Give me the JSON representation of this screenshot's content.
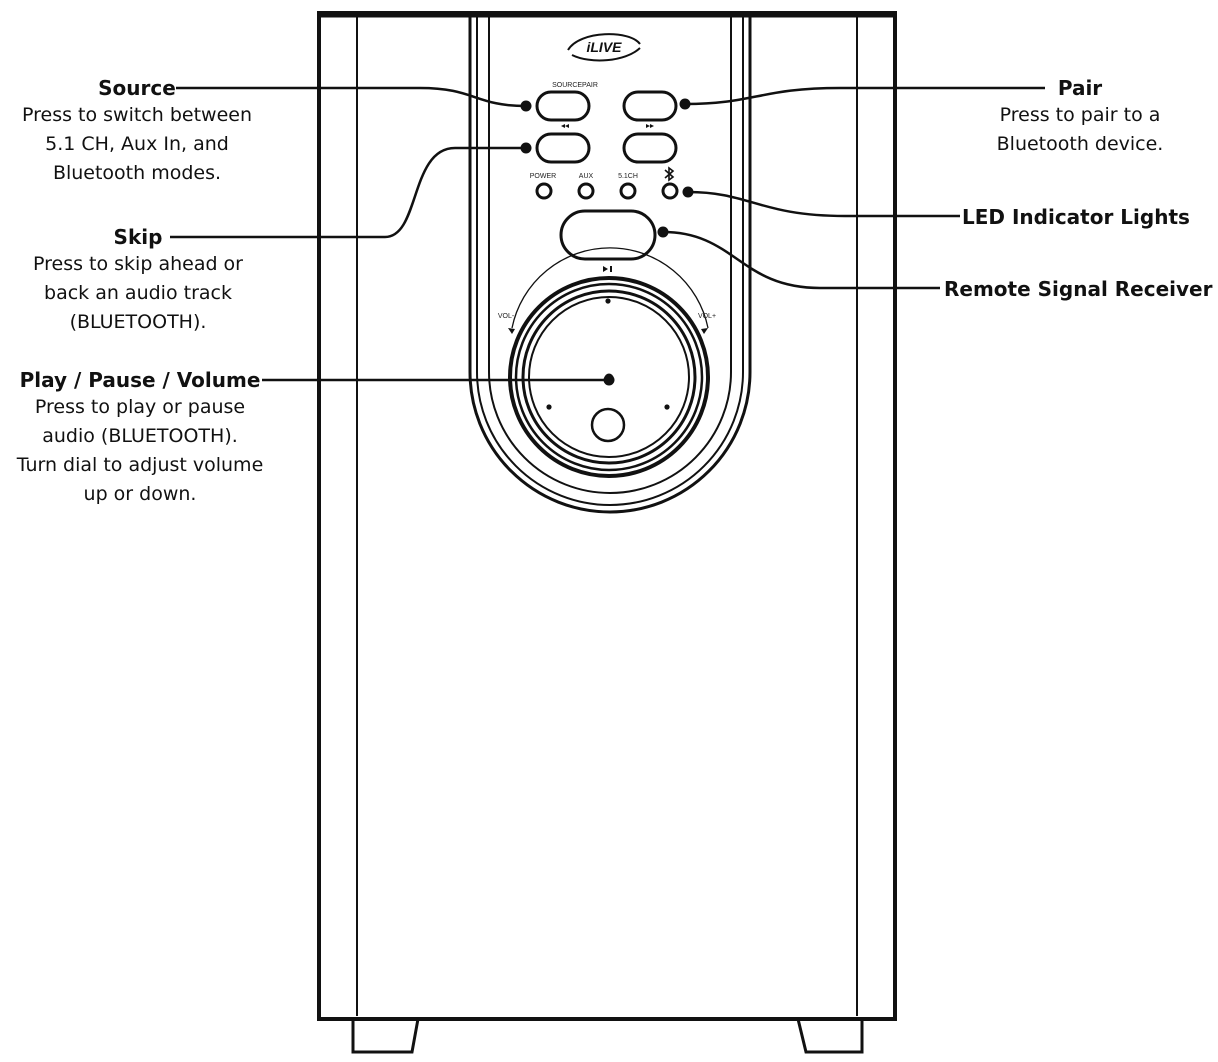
{
  "device": {
    "brand_logo": "iLIVE",
    "panel_labels": {
      "source_pair": "SOURCEPAIR",
      "power": "POWER",
      "aux": "AUX",
      "five_one_ch": "5.1CH",
      "vol_minus": "VOL-",
      "vol_plus": "VOL+"
    }
  },
  "callouts": {
    "source": {
      "title": "Source",
      "desc": [
        "Press to switch between",
        "5.1 CH, Aux In, and",
        "Bluetooth modes."
      ]
    },
    "skip": {
      "title": "Skip",
      "desc": [
        "Press to skip ahead or",
        "back an audio track",
        "(BLUETOOTH)."
      ]
    },
    "play": {
      "title": "Play / Pause / Volume",
      "desc": [
        "Press to play or pause",
        "audio (BLUETOOTH).",
        "Turn dial to adjust volume",
        "up or down."
      ]
    },
    "pair": {
      "title": "Pair",
      "desc": [
        "Press to pair to a",
        "Bluetooth device."
      ]
    },
    "led": {
      "title": "LED Indicator Lights"
    },
    "remote": {
      "title": "Remote Signal Receiver"
    }
  }
}
